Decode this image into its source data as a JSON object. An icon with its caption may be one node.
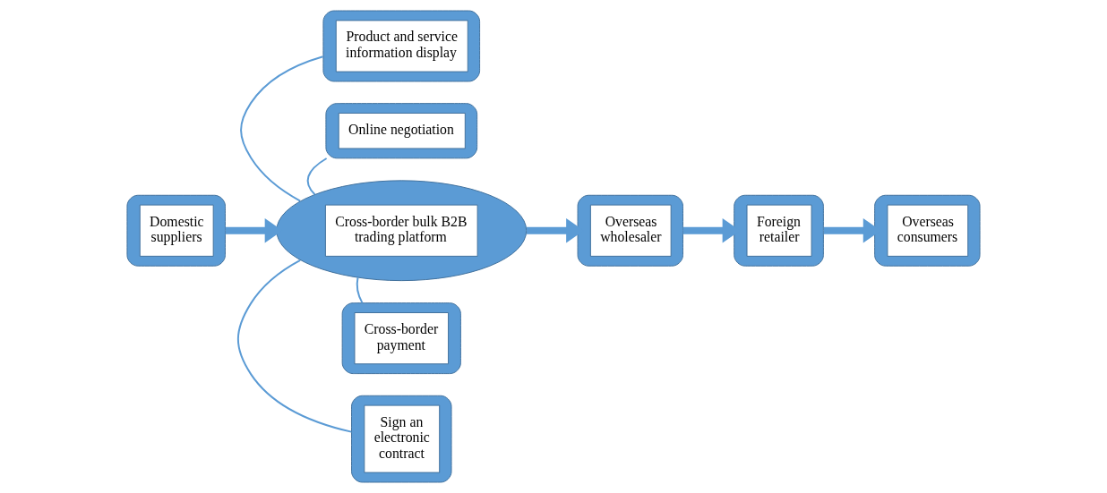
{
  "diagram": {
    "nodes": [
      {
        "text": [
          "Domestic suppliers"
        ]
      },
      {
        "text": [
          "Cross-border bulk B2B trading platform"
        ]
      },
      {
        "text": [
          "Product and service information display"
        ]
      },
      {
        "text": [
          "Online negotiation"
        ]
      },
      {
        "text": [
          "Cross-border payment"
        ]
      },
      {
        "text": [
          "Sign an electronic contract"
        ]
      },
      {
        "text": [
          "Overseas wholesaler"
        ]
      },
      {
        "text": [
          "Foreign retailer"
        ]
      },
      {
        "text": [
          "Overseas consumers"
        ]
      }
    ],
    "edges": [
      {
        "from": 0,
        "to": 1,
        "arrow": "to",
        "style": "thick"
      },
      {
        "from": 1,
        "to": 2,
        "arrow": "none"
      },
      {
        "from": 1,
        "to": 3,
        "arrow": "none"
      },
      {
        "from": 1,
        "to": 4,
        "arrow": "none"
      },
      {
        "from": 1,
        "to": 5,
        "arrow": "none"
      },
      {
        "from": 1,
        "to": 6,
        "arrow": "to",
        "style": "thick"
      },
      {
        "from": 6,
        "to": 7,
        "arrow": "to",
        "style": "thick"
      },
      {
        "from": 7,
        "to": 8,
        "arrow": "to",
        "style": "thick"
      }
    ]
  }
}
